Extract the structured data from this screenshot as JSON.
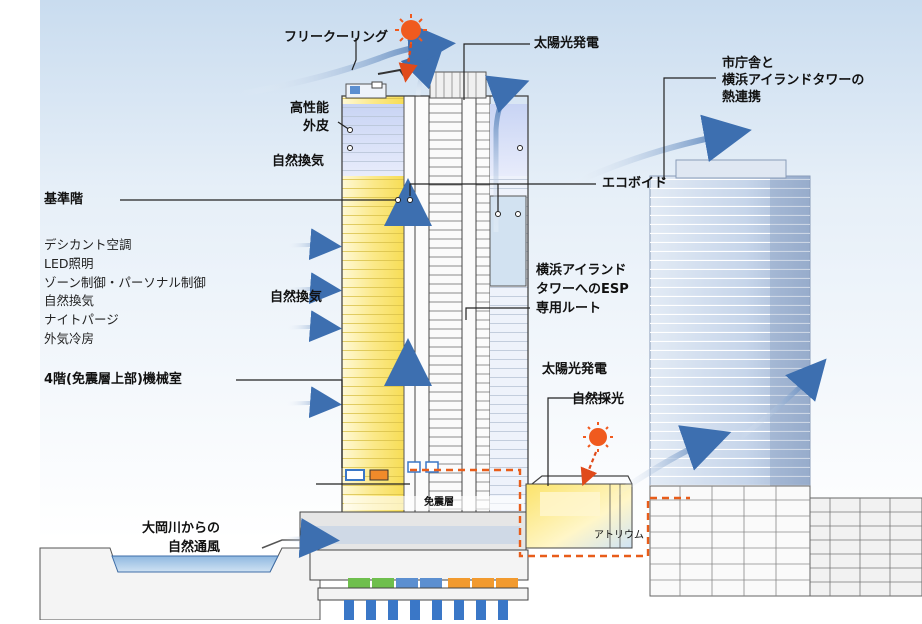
{
  "labels": {
    "free_cooling": "フリークーリング",
    "solar_top": "太陽光発電",
    "city_hall_1": "市庁舎と",
    "city_hall_2": "横浜アイランドタワーの",
    "city_hall_3": "熱連携",
    "high_perf_1": "高性能",
    "high_perf_2": "外皮",
    "natural_vent_top": "自然換気",
    "standard_floor": "基準階",
    "eco_void": "エコボイド",
    "natural_vent_mid": "自然換気",
    "esp_1": "横浜アイランド",
    "esp_2": "タワーへのESP",
    "esp_3": "専用ルート",
    "machine_room": "4階(免震層上部)機械室",
    "solar_atrium": "太陽光発電",
    "daylight": "自然採光",
    "seismic_layer": "免震層",
    "atrium": "アトリウム",
    "river_1": "大岡川からの",
    "river_2": "自然通風"
  },
  "features": [
    "デシカント空調",
    "LED照明",
    "ゾーン制御・パーソナル制御",
    "自然換気",
    "ナイトパージ",
    "外気冷房"
  ]
}
